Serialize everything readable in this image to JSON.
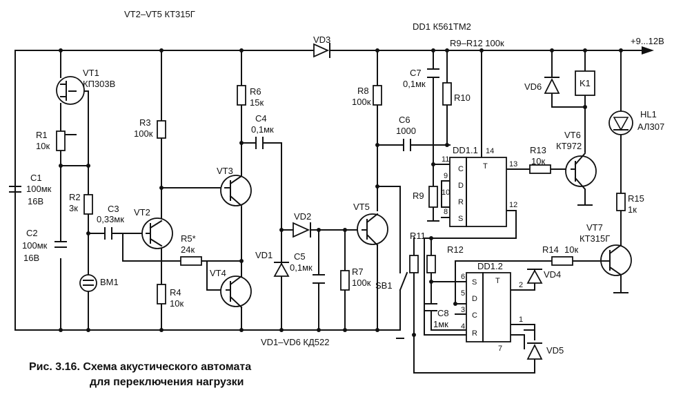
{
  "header": {
    "vt_group": "VT2–VT5 КТ315Г",
    "dd_type": "DD1 К561ТМ2",
    "r_group": "R9–R12 100к",
    "supply": "+9...12В",
    "vd_group": "VD1–VD6 КД522"
  },
  "caption": {
    "line1": "Рис. 3.16. Схема акустического автомата",
    "line2": "для переключения нагрузки"
  },
  "parts": {
    "vt1": "VT1",
    "vt1_type": "КП303В",
    "r1": "R1",
    "r1_val": "10к",
    "c1": "C1",
    "c1_val": "100мк",
    "c1_v": "16В",
    "c2": "C2",
    "c2_val": "100мк",
    "c2_v": "16В",
    "r2": "R2",
    "r2_val": "3к",
    "bm1": "BM1",
    "c3": "C3",
    "c3_val": "0,33мк",
    "vt2": "VT2",
    "r3": "R3",
    "r3_val": "100к",
    "r4": "R4",
    "r4_val": "10к",
    "r5": "R5*",
    "r5_val": "24к",
    "r6": "R6",
    "r6_val": "15к",
    "c4": "C4",
    "c4_val": "0,1мк",
    "vt3": "VT3",
    "vt4": "VT4",
    "vd1": "VD1",
    "vd2": "VD2",
    "vd3": "VD3",
    "c5": "C5",
    "c5_val": "0,1мк",
    "r7": "R7",
    "r7_val": "100к",
    "vt5": "VT5",
    "r8": "R8",
    "r8_val": "100к",
    "sb1": "SB1",
    "c6": "C6",
    "c6_val": "1000",
    "c7": "C7",
    "c7_val": "0,1мк",
    "r9": "R9",
    "r10": "R10",
    "r11": "R11",
    "r12": "R12",
    "dd11": "DD1.1",
    "dd12": "DD1.2",
    "pin_c": "C",
    "pin_d": "D",
    "pin_r": "R",
    "pin_s": "S",
    "pin_t": "T",
    "n11": "11",
    "n9": "9",
    "n10": "10",
    "n8": "8",
    "n14": "14",
    "n13": "13",
    "n12": "12",
    "n6": "6",
    "n5": "5",
    "n3": "3",
    "n4": "4",
    "n2": "2",
    "n1": "1",
    "n7": "7",
    "r13": "R13",
    "r13_val": "10к",
    "vt6": "VT6",
    "vt6_type": "КТ972",
    "vd6": "VD6",
    "k1": "K1",
    "hl1": "HL1",
    "hl1_type": "АЛ307",
    "r15": "R15",
    "r15_val": "1к",
    "vt7": "VT7",
    "vt7_type": "КТ315Г",
    "r14": "R14",
    "r14_val": "10к",
    "vd4": "VD4",
    "vd5": "VD5",
    "c8": "C8",
    "c8_val": "1мк"
  }
}
